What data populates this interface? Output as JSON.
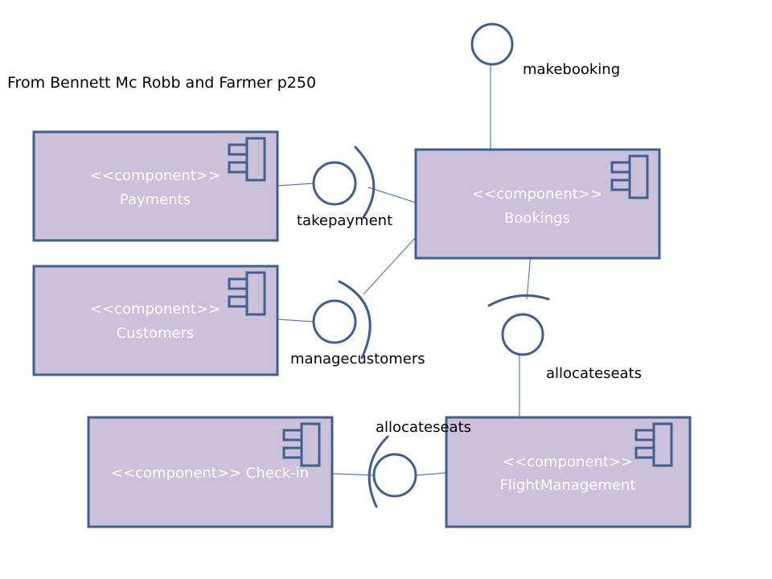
{
  "note": "From Bennett Mc Robb and Farmer p250",
  "components": {
    "payments": {
      "stereotype": "<<component>>",
      "name": "Payments"
    },
    "customers": {
      "stereotype": "<<component>>",
      "name": "Customers"
    },
    "bookings": {
      "stereotype": "<<component>>",
      "name": "Bookings"
    },
    "checkin": {
      "text": "<<component>> Check-in"
    },
    "flightmanagement": {
      "stereotype": "<<component>>",
      "name": "FlightManagement"
    }
  },
  "interfaces": {
    "makebooking": "makebooking",
    "takepayment": "takepayment",
    "managecustomers": "managecustomers",
    "allocateseats_bookings": "allocateseats",
    "allocateseats_checkin": "allocateseats"
  },
  "colors": {
    "component_fill": "#ccc1da",
    "border": "#3f5f8f",
    "connector": "#4f81bd",
    "component_text": "#ffffff"
  }
}
